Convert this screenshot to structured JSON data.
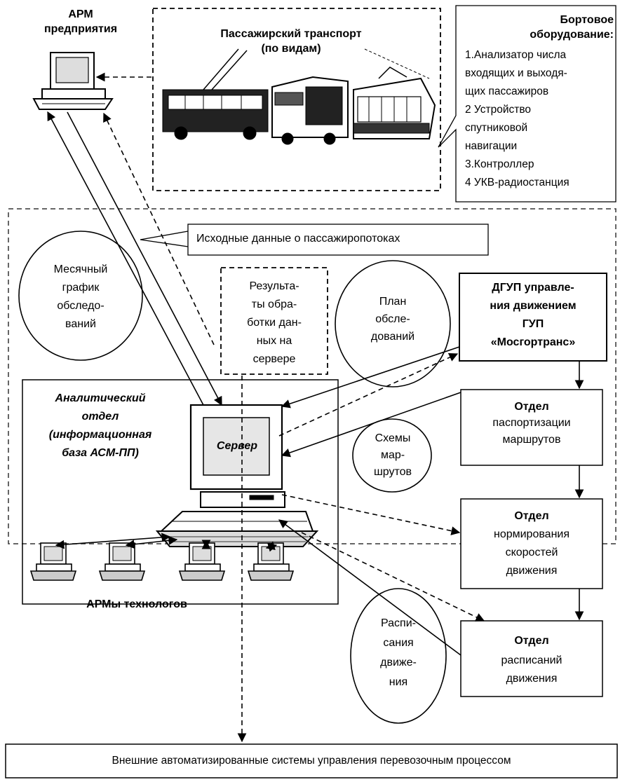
{
  "arm_enterprise": "АРМ\nпредприятия",
  "passenger_transport": "Пассажирский транспорт\n(по видам)",
  "onboard_equipment": {
    "title": "Бортовое\nоборудование:",
    "items": "1.Анализатор числа\nвходящих и выходя-\nщих пассажиров\n2 Устройство\nспутниковой\nнавигации\n3.Контроллер\n4 УКВ-радиостанция"
  },
  "source_data": "Исходные данные о пассажиропотоках",
  "monthly_schedule": "Месячный\nграфик\nобследо-\nваний",
  "processing_results": "Результа-\nты обра-\nботки дан-\nных на\nсервере",
  "survey_plan": "План\nобсле-\nдований",
  "dgup": "ДГУП управле-\nния движением\nГУП\n«Мосгортранс»",
  "analytics_dept": "Аналитический\nотдел\n(информационная\nбаза АСМ-ПП)",
  "server": "Сервер",
  "route_schemes": "Схемы\nмар-\nшрутов",
  "dept_passport": {
    "title": "Отдел",
    "text": "паспортизации\nмаршрутов"
  },
  "dept_speed": {
    "title": "Отдел",
    "text": "нормирования\nскоростей\nдвижения"
  },
  "arm_technologists": "АРМы технологов",
  "schedules": "Распи-\nсания\nдвиже-\nния",
  "dept_schedules": {
    "title": "Отдел",
    "text": "расписаний\nдвижения"
  },
  "external_systems": "Внешние автоматизированные системы управления перевозочным процессом"
}
